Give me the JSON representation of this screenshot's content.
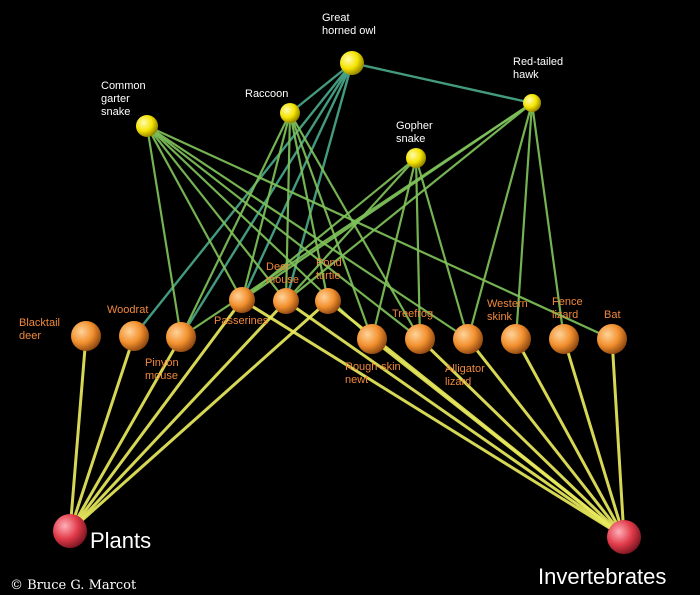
{
  "colors": {
    "background": "#000000",
    "predator_node": "#f5e400",
    "prey_node": "#f2902e",
    "base_node": "#e23b4a",
    "predator_link": "#7fc25a",
    "teal_link": "#49a88a",
    "base_link": "#e9ea5c",
    "prey_label": "#f0883a",
    "predator_label": "#ffffff"
  },
  "credit": "© Bruce G. Marcot",
  "nodes": [
    {
      "id": "owl",
      "kind": "predator",
      "lines": [
        "Great",
        "horned owl"
      ]
    },
    {
      "id": "hawk",
      "kind": "predator",
      "lines": [
        "Red-tailed",
        "hawk"
      ]
    },
    {
      "id": "garter",
      "kind": "predator",
      "lines": [
        "Common",
        "garter",
        "snake"
      ]
    },
    {
      "id": "raccoon",
      "kind": "predator",
      "lines": [
        "Raccoon"
      ]
    },
    {
      "id": "gopher",
      "kind": "predator",
      "lines": [
        "Gopher",
        "snake"
      ]
    },
    {
      "id": "deer",
      "kind": "prey",
      "lines": [
        "Blacktail",
        "deer"
      ]
    },
    {
      "id": "woodrat",
      "kind": "prey",
      "lines": [
        "Woodrat"
      ]
    },
    {
      "id": "pinyon",
      "kind": "prey",
      "lines": [
        "Pinyon",
        "mouse"
      ]
    },
    {
      "id": "passerines",
      "kind": "prey",
      "lines": [
        "Passerines"
      ]
    },
    {
      "id": "deermouse",
      "kind": "prey",
      "lines": [
        "Deer",
        "mouse"
      ]
    },
    {
      "id": "turtle",
      "kind": "prey",
      "lines": [
        "Pond",
        "turtle"
      ]
    },
    {
      "id": "newt",
      "kind": "prey",
      "lines": [
        "Rough-skin",
        "newt"
      ]
    },
    {
      "id": "treefrog",
      "kind": "prey",
      "lines": [
        "Treefrog"
      ]
    },
    {
      "id": "alligator",
      "kind": "prey",
      "lines": [
        "Alligator",
        "lizard"
      ]
    },
    {
      "id": "skink",
      "kind": "prey",
      "lines": [
        "Western",
        "skink"
      ]
    },
    {
      "id": "fence",
      "kind": "prey",
      "lines": [
        "Fence",
        "lizard"
      ]
    },
    {
      "id": "bat",
      "kind": "prey",
      "lines": [
        "Bat"
      ]
    },
    {
      "id": "plants",
      "kind": "base",
      "lines": [
        "Plants"
      ]
    },
    {
      "id": "inverts",
      "kind": "base",
      "lines": [
        "Invertebrates"
      ]
    }
  ],
  "links": [
    [
      "owl",
      "hawk"
    ],
    [
      "owl",
      "raccoon"
    ],
    [
      "owl",
      "pinyon"
    ],
    [
      "owl",
      "passerines"
    ],
    [
      "owl",
      "deermouse"
    ],
    [
      "owl",
      "woodrat"
    ],
    [
      "hawk",
      "pinyon"
    ],
    [
      "hawk",
      "passerines"
    ],
    [
      "hawk",
      "skink"
    ],
    [
      "hawk",
      "fence"
    ],
    [
      "hawk",
      "alligator"
    ],
    [
      "hawk",
      "deermouse"
    ],
    [
      "garter",
      "passerines"
    ],
    [
      "garter",
      "deermouse"
    ],
    [
      "garter",
      "pinyon"
    ],
    [
      "garter",
      "newt"
    ],
    [
      "garter",
      "treefrog"
    ],
    [
      "garter",
      "bat"
    ],
    [
      "garter",
      "alligator"
    ],
    [
      "raccoon",
      "deermouse"
    ],
    [
      "raccoon",
      "pinyon"
    ],
    [
      "raccoon",
      "newt"
    ],
    [
      "raccoon",
      "treefrog"
    ],
    [
      "raccoon",
      "turtle"
    ],
    [
      "raccoon",
      "passerines"
    ],
    [
      "gopher",
      "deermouse"
    ],
    [
      "gopher",
      "passerines"
    ],
    [
      "gopher",
      "treefrog"
    ],
    [
      "gopher",
      "newt"
    ],
    [
      "gopher",
      "alligator"
    ],
    [
      "plants",
      "deer"
    ],
    [
      "plants",
      "woodrat"
    ],
    [
      "plants",
      "pinyon"
    ],
    [
      "plants",
      "passerines"
    ],
    [
      "plants",
      "deermouse"
    ],
    [
      "plants",
      "turtle"
    ],
    [
      "inverts",
      "passerines"
    ],
    [
      "inverts",
      "deermouse"
    ],
    [
      "inverts",
      "turtle"
    ],
    [
      "inverts",
      "newt"
    ],
    [
      "inverts",
      "treefrog"
    ],
    [
      "inverts",
      "alligator"
    ],
    [
      "inverts",
      "skink"
    ],
    [
      "inverts",
      "fence"
    ],
    [
      "inverts",
      "bat"
    ]
  ]
}
